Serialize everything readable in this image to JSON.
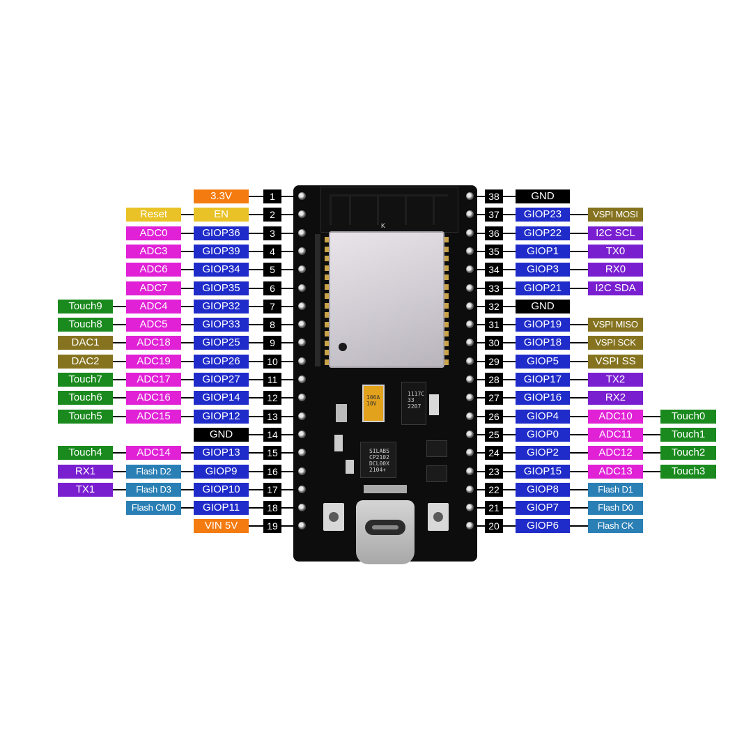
{
  "colors": {
    "power": "#f47b10",
    "control": "#e8c227",
    "gpio": "#1f2cc9",
    "adc": "#e021d6",
    "touch": "#1a8a1e",
    "dac": "#857320",
    "vspi": "#857320",
    "i2c": "#7a1fd0",
    "uart": "#7a1fd0",
    "flash": "#2a7fb5",
    "ground": "#000000",
    "pin_number": "#000000"
  },
  "left_pins": [
    {
      "n": "1",
      "labels": [
        {
          "t": "3.3V",
          "c": "power"
        }
      ]
    },
    {
      "n": "2",
      "labels": [
        {
          "t": "EN",
          "c": "control"
        },
        {
          "t": "Reset",
          "c": "control"
        }
      ]
    },
    {
      "n": "3",
      "labels": [
        {
          "t": "GIOP36",
          "c": "gpio"
        },
        {
          "t": "ADC0",
          "c": "adc"
        }
      ]
    },
    {
      "n": "4",
      "labels": [
        {
          "t": "GIOP39",
          "c": "gpio"
        },
        {
          "t": "ADC3",
          "c": "adc"
        }
      ]
    },
    {
      "n": "5",
      "labels": [
        {
          "t": "GIOP34",
          "c": "gpio"
        },
        {
          "t": "ADC6",
          "c": "adc"
        }
      ]
    },
    {
      "n": "6",
      "labels": [
        {
          "t": "GIOP35",
          "c": "gpio"
        },
        {
          "t": "ADC7",
          "c": "adc"
        }
      ]
    },
    {
      "n": "7",
      "labels": [
        {
          "t": "GIOP32",
          "c": "gpio"
        },
        {
          "t": "ADC4",
          "c": "adc"
        },
        {
          "t": "Touch9",
          "c": "touch"
        }
      ]
    },
    {
      "n": "8",
      "labels": [
        {
          "t": "GIOP33",
          "c": "gpio"
        },
        {
          "t": "ADC5",
          "c": "adc"
        },
        {
          "t": "Touch8",
          "c": "touch"
        }
      ]
    },
    {
      "n": "9",
      "labels": [
        {
          "t": "GIOP25",
          "c": "gpio"
        },
        {
          "t": "ADC18",
          "c": "adc"
        },
        {
          "t": "DAC1",
          "c": "dac"
        }
      ]
    },
    {
      "n": "10",
      "labels": [
        {
          "t": "GIOP26",
          "c": "gpio"
        },
        {
          "t": "ADC19",
          "c": "adc"
        },
        {
          "t": "DAC2",
          "c": "dac"
        }
      ]
    },
    {
      "n": "11",
      "labels": [
        {
          "t": "GIOP27",
          "c": "gpio"
        },
        {
          "t": "ADC17",
          "c": "adc"
        },
        {
          "t": "Touch7",
          "c": "touch"
        }
      ]
    },
    {
      "n": "12",
      "labels": [
        {
          "t": "GIOP14",
          "c": "gpio"
        },
        {
          "t": "ADC16",
          "c": "adc"
        },
        {
          "t": "Touch6",
          "c": "touch"
        }
      ]
    },
    {
      "n": "13",
      "labels": [
        {
          "t": "GIOP12",
          "c": "gpio"
        },
        {
          "t": "ADC15",
          "c": "adc"
        },
        {
          "t": "Touch5",
          "c": "touch"
        }
      ]
    },
    {
      "n": "14",
      "labels": [
        {
          "t": "GND",
          "c": "ground"
        }
      ]
    },
    {
      "n": "15",
      "labels": [
        {
          "t": "GIOP13",
          "c": "gpio"
        },
        {
          "t": "ADC14",
          "c": "adc"
        },
        {
          "t": "Touch4",
          "c": "touch"
        }
      ]
    },
    {
      "n": "16",
      "labels": [
        {
          "t": "GIOP9",
          "c": "gpio"
        },
        {
          "t": "Flash D2",
          "c": "flash"
        },
        {
          "t": "RX1",
          "c": "uart"
        }
      ]
    },
    {
      "n": "17",
      "labels": [
        {
          "t": "GIOP10",
          "c": "gpio"
        },
        {
          "t": "Flash D3",
          "c": "flash"
        },
        {
          "t": "TX1",
          "c": "uart"
        }
      ]
    },
    {
      "n": "18",
      "labels": [
        {
          "t": "GIOP11",
          "c": "gpio"
        },
        {
          "t": "Flash CMD",
          "c": "flash"
        }
      ]
    },
    {
      "n": "19",
      "labels": [
        {
          "t": "VIN 5V",
          "c": "power"
        }
      ]
    }
  ],
  "right_pins": [
    {
      "n": "38",
      "labels": [
        {
          "t": "GND",
          "c": "ground"
        }
      ]
    },
    {
      "n": "37",
      "labels": [
        {
          "t": "GIOP23",
          "c": "gpio"
        },
        {
          "t": "VSPI MOSI",
          "c": "vspi"
        }
      ]
    },
    {
      "n": "36",
      "labels": [
        {
          "t": "GIOP22",
          "c": "gpio"
        },
        {
          "t": "I2C SCL",
          "c": "i2c"
        }
      ]
    },
    {
      "n": "35",
      "labels": [
        {
          "t": "GIOP1",
          "c": "gpio"
        },
        {
          "t": "TX0",
          "c": "uart"
        }
      ]
    },
    {
      "n": "34",
      "labels": [
        {
          "t": "GIOP3",
          "c": "gpio"
        },
        {
          "t": "RX0",
          "c": "uart"
        }
      ]
    },
    {
      "n": "33",
      "labels": [
        {
          "t": "GIOP21",
          "c": "gpio"
        },
        {
          "t": "I2C SDA",
          "c": "i2c"
        }
      ]
    },
    {
      "n": "32",
      "labels": [
        {
          "t": "GND",
          "c": "ground"
        }
      ]
    },
    {
      "n": "31",
      "labels": [
        {
          "t": "GIOP19",
          "c": "gpio"
        },
        {
          "t": "VSPI MISO",
          "c": "vspi"
        }
      ]
    },
    {
      "n": "30",
      "labels": [
        {
          "t": "GIOP18",
          "c": "gpio"
        },
        {
          "t": "VSPI SCK",
          "c": "vspi"
        }
      ]
    },
    {
      "n": "29",
      "labels": [
        {
          "t": "GIOP5",
          "c": "gpio"
        },
        {
          "t": "VSPI SS",
          "c": "vspi"
        }
      ]
    },
    {
      "n": "28",
      "labels": [
        {
          "t": "GIOP17",
          "c": "gpio"
        },
        {
          "t": "TX2",
          "c": "uart"
        }
      ]
    },
    {
      "n": "27",
      "labels": [
        {
          "t": "GIOP16",
          "c": "gpio"
        },
        {
          "t": "RX2",
          "c": "uart"
        }
      ]
    },
    {
      "n": "26",
      "labels": [
        {
          "t": "GIOP4",
          "c": "gpio"
        },
        {
          "t": "ADC10",
          "c": "adc"
        },
        {
          "t": "Touch0",
          "c": "touch"
        }
      ]
    },
    {
      "n": "25",
      "labels": [
        {
          "t": "GIOP0",
          "c": "gpio"
        },
        {
          "t": "ADC11",
          "c": "adc"
        },
        {
          "t": "Touch1",
          "c": "touch"
        }
      ]
    },
    {
      "n": "24",
      "labels": [
        {
          "t": "GIOP2",
          "c": "gpio"
        },
        {
          "t": "ADC12",
          "c": "adc"
        },
        {
          "t": "Touch2",
          "c": "touch"
        }
      ]
    },
    {
      "n": "23",
      "labels": [
        {
          "t": "GIOP15",
          "c": "gpio"
        },
        {
          "t": "ADC13",
          "c": "adc"
        },
        {
          "t": "Touch3",
          "c": "touch"
        }
      ]
    },
    {
      "n": "22",
      "labels": [
        {
          "t": "GIOP8",
          "c": "gpio"
        },
        {
          "t": "Flash D1",
          "c": "flash"
        }
      ]
    },
    {
      "n": "21",
      "labels": [
        {
          "t": "GIOP7",
          "c": "gpio"
        },
        {
          "t": "Flash D0",
          "c": "flash"
        }
      ]
    },
    {
      "n": "20",
      "labels": [
        {
          "t": "GIOP6",
          "c": "gpio"
        },
        {
          "t": "Flash CK",
          "c": "flash"
        }
      ]
    }
  ],
  "board": {
    "module_mark": "K",
    "usb_chip_lines": [
      "SILABS",
      "CP2102",
      "DCL00X",
      "2104+"
    ],
    "regulator_lines": [
      "1117C",
      "33 2207"
    ],
    "capacitor_lines": [
      "106A",
      "10V"
    ],
    "icons": [
      "module-shield-icon",
      "usb-c-port-icon",
      "boot-button-icon",
      "reset-button-icon"
    ]
  }
}
